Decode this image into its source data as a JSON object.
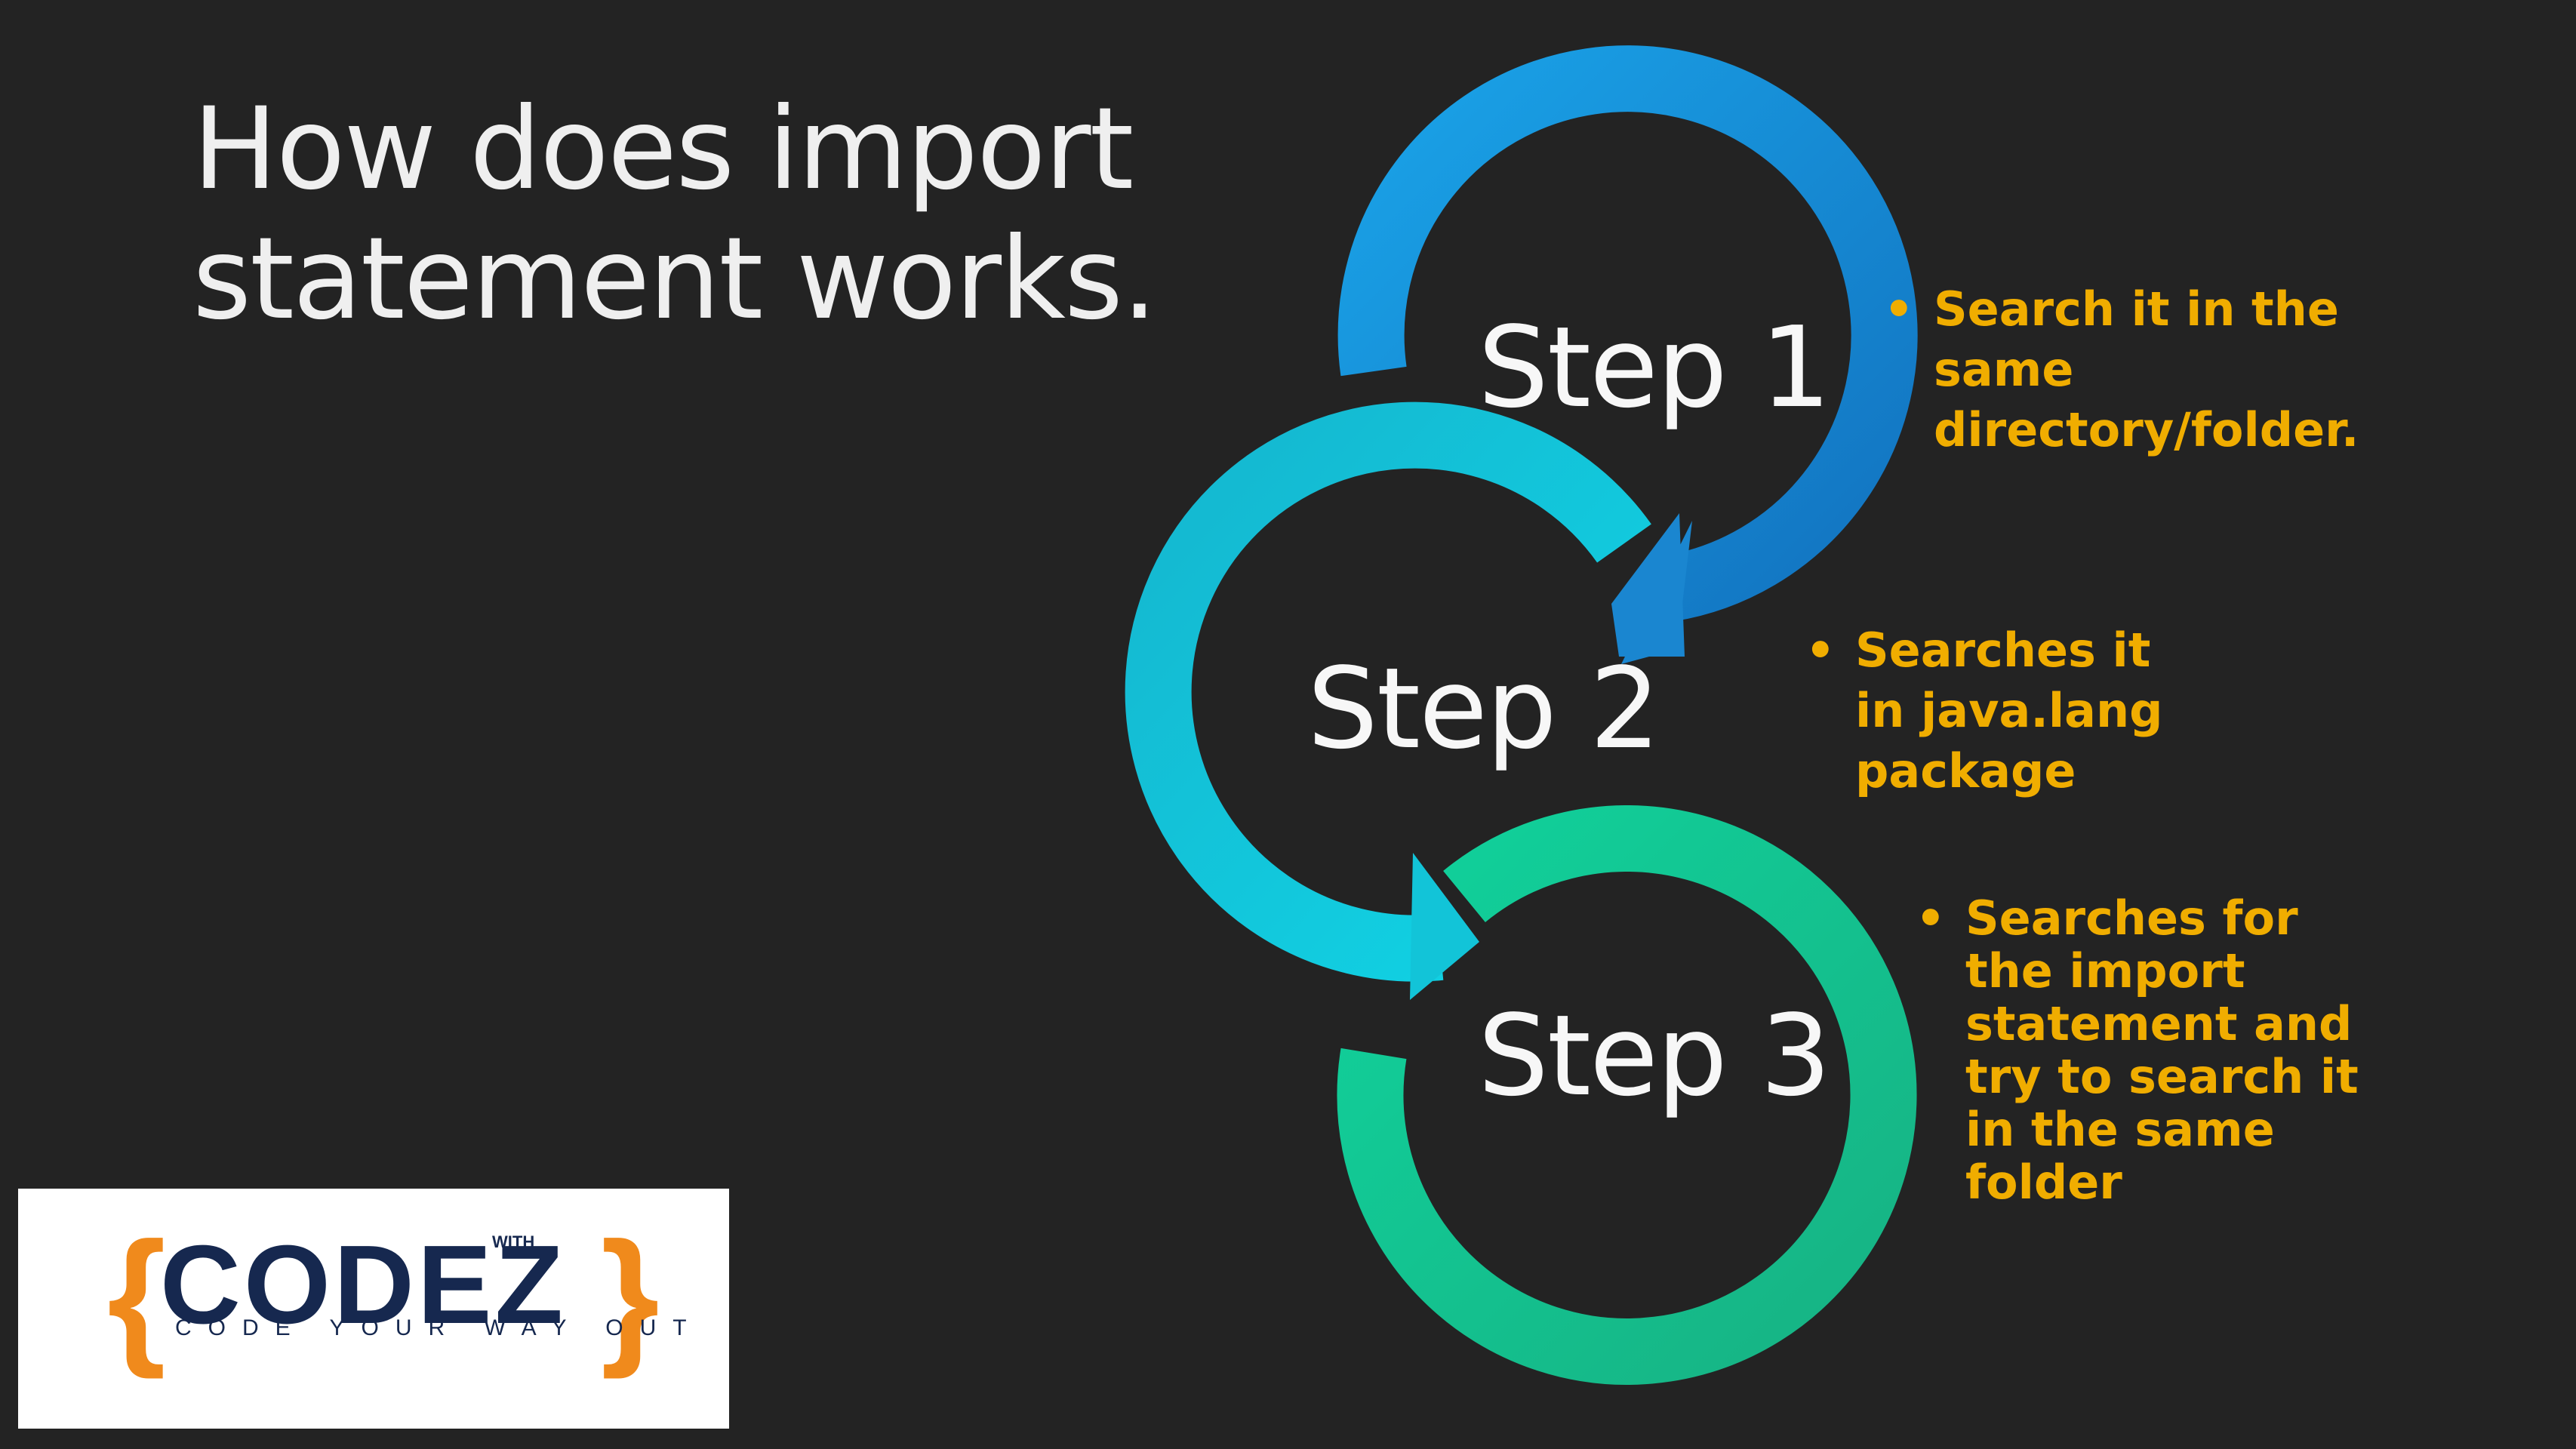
{
  "title": {
    "line1": "How does import",
    "line2": "statement works."
  },
  "steps": [
    {
      "label": "Step 1",
      "color": "#1a8fd6",
      "note_lines": [
        "Search it in the",
        "same",
        "directory/folder."
      ]
    },
    {
      "label": "Step 2",
      "color": "#12c4d8",
      "note_lines": [
        "Searches it",
        "in java.lang",
        "package"
      ]
    },
    {
      "label": "Step 3",
      "color": "#16c98e",
      "note_lines": [
        "Searches for",
        "the import",
        "statement and",
        "try to search it",
        "in the same",
        "folder"
      ]
    }
  ],
  "bullet_symbol": "•",
  "note_color": "#f0ad00",
  "logo": {
    "brace_open": "{",
    "brace_close": "}",
    "word": "CODEZ",
    "with": "WITH",
    "tagline": "CODE YOUR WAY OUT"
  }
}
